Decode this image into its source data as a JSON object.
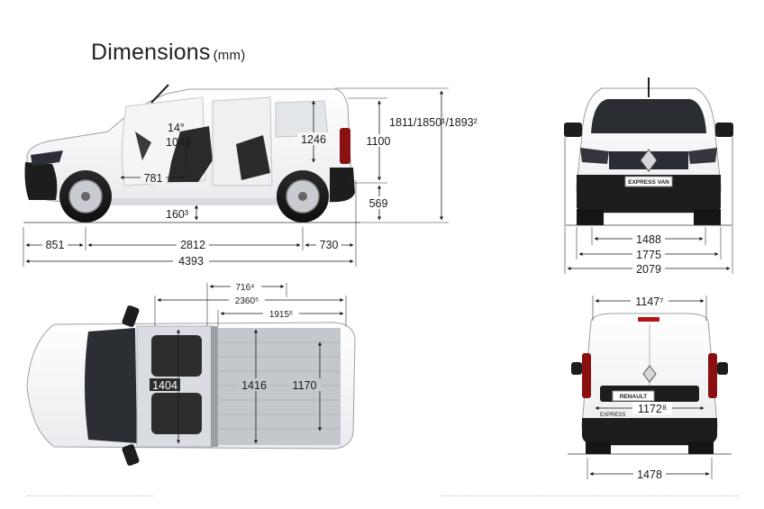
{
  "title": {
    "main": "Dimensions",
    "unit": "(mm)"
  },
  "side_view": {
    "overall_length": "4393",
    "front_overhang": "851",
    "wheelbase": "2812",
    "rear_overhang": "730",
    "heights": "1811/1850¹/1893²",
    "load_height": "1246",
    "door_height": "1100",
    "sill_height": "569",
    "ground_clearance": "160³",
    "seat_angle": "14°",
    "seat_height": "1048",
    "seat_depth": "781"
  },
  "front_view": {
    "track_front": "1488",
    "width_body": "1775",
    "width_mirrors": "2079",
    "plate_text": "EXPRESS VAN"
  },
  "top_view": {
    "dim_716": "716⁴",
    "dim_2360": "2360⁵",
    "dim_1915": "1915⁶",
    "width_1404": "1404",
    "width_1416": "1416",
    "width_1170": "1170"
  },
  "rear_view": {
    "opening_top": "1147⁷",
    "opening_width": "1172⁸",
    "track_rear": "1478",
    "plate_text": "RENAULT",
    "badge_text": "EXPRESS"
  }
}
